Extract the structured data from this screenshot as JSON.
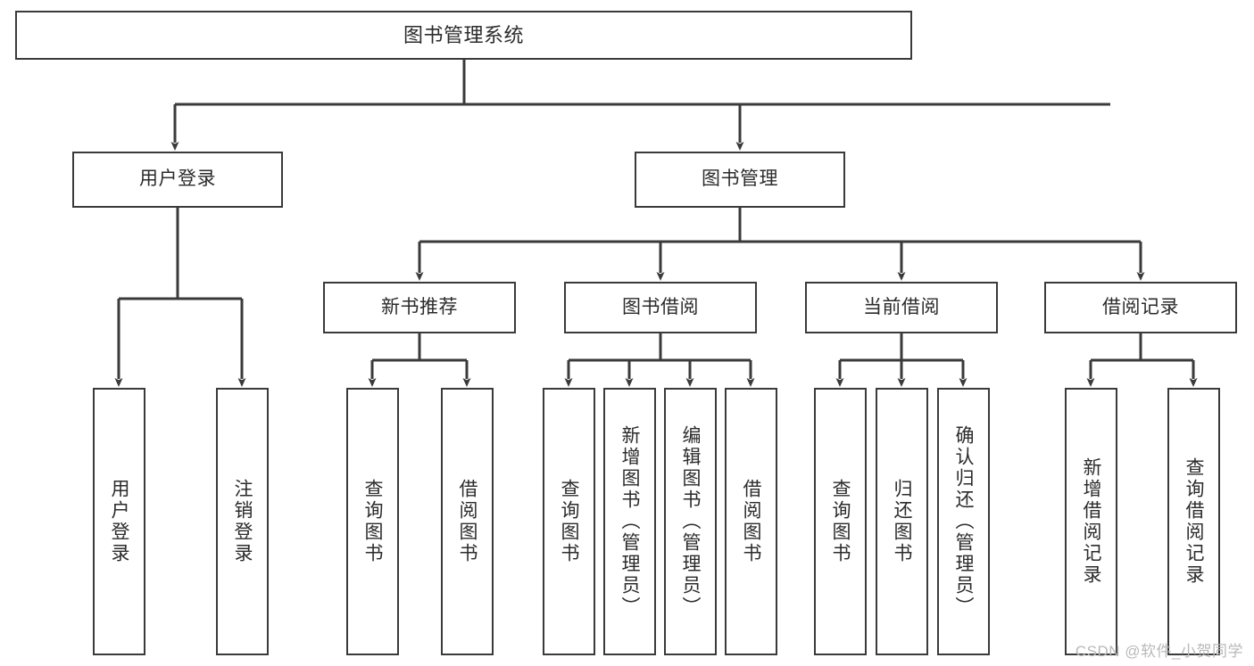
{
  "diagram": {
    "title": "图书管理系统",
    "type": "tree-hierarchy-diagram",
    "colors": {
      "stroke": "#3a3a3a",
      "fill": "#ffffff",
      "text": "#2b2b2b",
      "watermark": "#b9b9b9"
    },
    "root": {
      "label": "图书管理系统"
    },
    "level2": [
      {
        "label": "用户登录"
      },
      {
        "label": "图书管理"
      }
    ],
    "level3": [
      {
        "label": "新书推荐"
      },
      {
        "label": "图书借阅"
      },
      {
        "label": "当前借阅"
      },
      {
        "label": "借阅记录"
      }
    ],
    "leaves": {
      "user_login": [
        {
          "label": "用户登录"
        },
        {
          "label": "注销登录"
        }
      ],
      "new_book_recommend": [
        {
          "label": "查询图书"
        },
        {
          "label": "借阅图书"
        }
      ],
      "book_borrow": [
        {
          "label": "查询图书"
        },
        {
          "label": "新增图书（管理员）"
        },
        {
          "label": "编辑图书（管理员）"
        },
        {
          "label": "借阅图书"
        }
      ],
      "current_borrow": [
        {
          "label": "查询图书"
        },
        {
          "label": "归还图书"
        },
        {
          "label": "确认归还（管理员）"
        }
      ],
      "borrow_records": [
        {
          "label": "新增借阅记录"
        },
        {
          "label": "查询借阅记录"
        }
      ]
    }
  },
  "watermark": {
    "text": "CSDN @软件_小贺同学"
  }
}
